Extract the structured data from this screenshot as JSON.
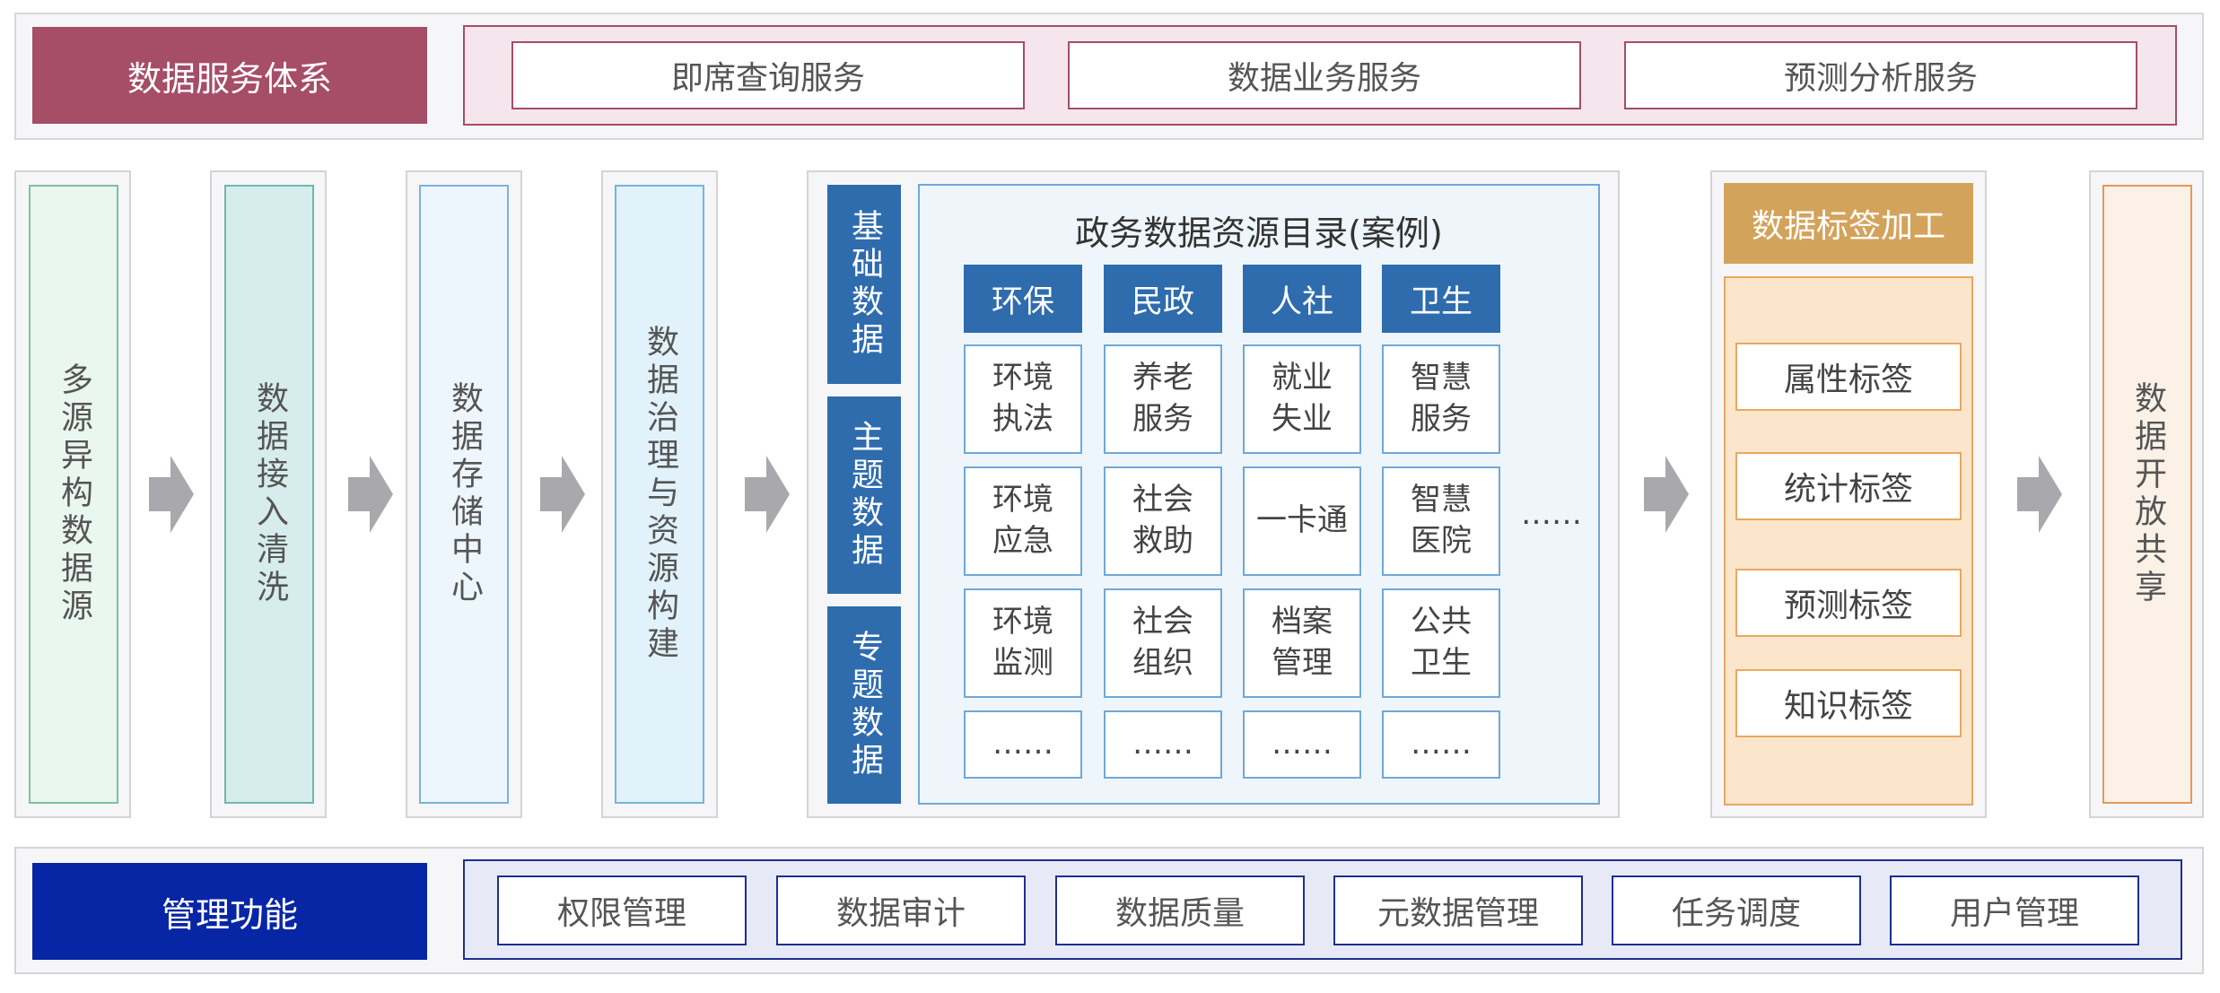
{
  "top": {
    "title": "数据服务体系",
    "services": [
      "即席查询服务",
      "数据业务服务",
      "预测分析服务"
    ]
  },
  "flow": {
    "sources": "多源异构数据源",
    "ingest": "数据接入清洗",
    "storage": "数据存储中心",
    "governance": "数据治理与资源构建",
    "tags_open_share": "数据开放共享"
  },
  "data_types": [
    "基础数据",
    "主题数据",
    "专题数据"
  ],
  "catalog": {
    "title": "政务数据资源目录(案例)",
    "columns": [
      {
        "head": "环保",
        "items": [
          "环境\n执法",
          "环境\n应急",
          "环境\n监测",
          "……"
        ]
      },
      {
        "head": "民政",
        "items": [
          "养老\n服务",
          "社会\n救助",
          "社会\n组织",
          "……"
        ]
      },
      {
        "head": "人社",
        "items": [
          "就业\n失业",
          "一卡通",
          "档案\n管理",
          "……"
        ]
      },
      {
        "head": "卫生",
        "items": [
          "智慧\n服务",
          "智慧\n医院",
          "公共\n卫生",
          "……"
        ]
      }
    ],
    "more": "……"
  },
  "tagging": {
    "title": "数据标签加工",
    "tags": [
      "属性标签",
      "统计标签",
      "预测标签",
      "知识标签"
    ]
  },
  "management": {
    "title": "管理功能",
    "items": [
      "权限管理",
      "数据审计",
      "数据质量",
      "元数据管理",
      "任务调度",
      "用户管理"
    ]
  },
  "colors": {
    "service_accent": "#a64d68",
    "catalog_blue": "#2e6cae",
    "tag_accent": "#d4a35b",
    "management_blue": "#0726a5",
    "arrow_gray": "#a9a9ad"
  }
}
